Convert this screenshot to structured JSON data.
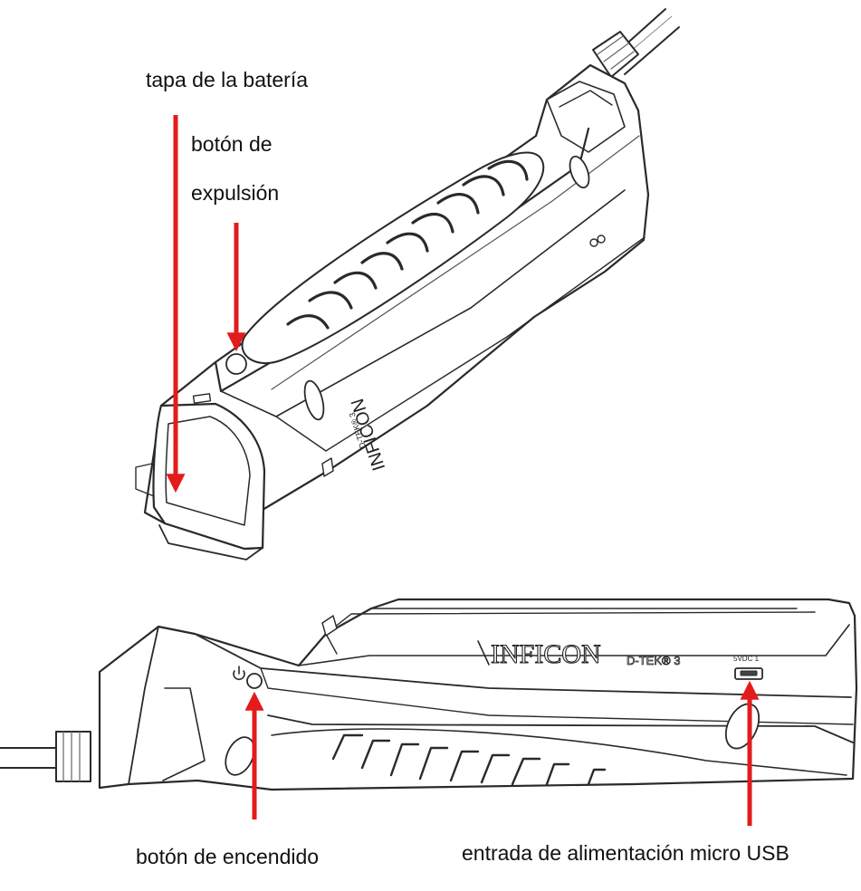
{
  "labels": {
    "battery_cover": "tapa de la batería",
    "eject_button_line1": "botón de",
    "eject_button_line2": "expulsión",
    "power_button": "botón de encendido",
    "usb_input": "entrada de alimentación micro USB"
  },
  "device_markings": {
    "brand": "INFICON",
    "model": "D-TEK® 3",
    "port_label": "5VDC 1"
  },
  "colors": {
    "arrow": "#e31b1b",
    "outline": "#2a2a2a",
    "fill": "#ffffff"
  },
  "icons": {
    "power": "power-symbol-icon"
  }
}
